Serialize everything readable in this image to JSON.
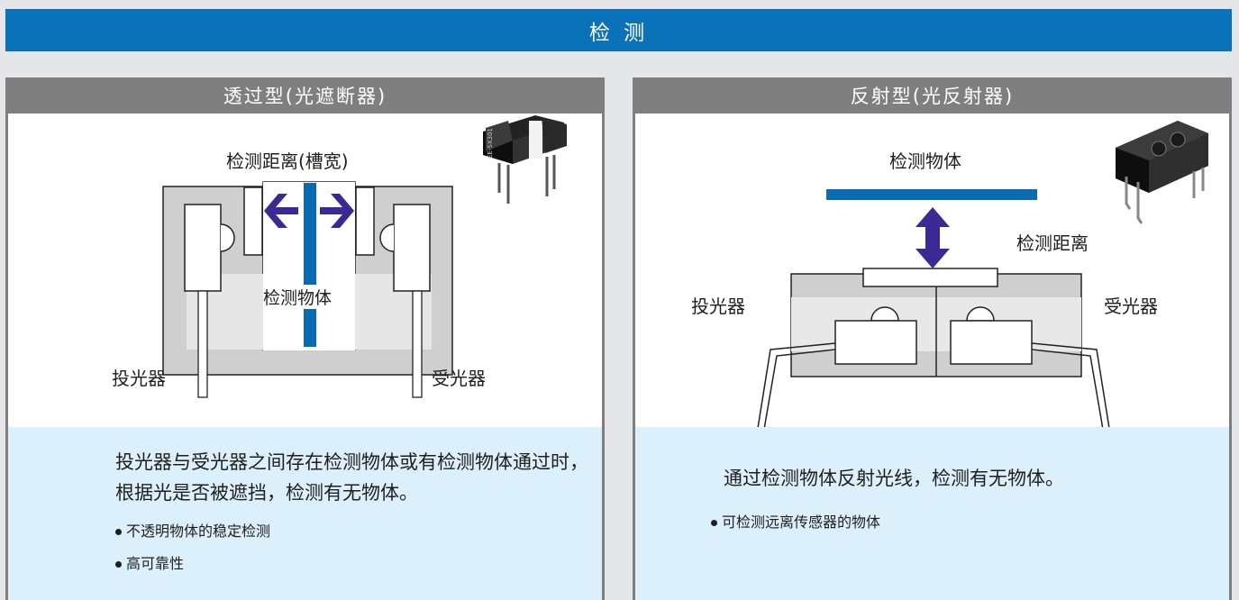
{
  "header": {
    "title": "检 测"
  },
  "left": {
    "title": "透过型(光遮断器)",
    "labels": {
      "distance": "检测距离(槽宽)",
      "object": "检测物体",
      "emitter": "投光器",
      "receiver": "受光器"
    },
    "product_text": "EE-SX301",
    "description": "投光器与受光器之间存在检测物体或有检测物体通过时，根据光是否被遮挡，检测有无物体。",
    "features": [
      "不透明物体的稳定检测",
      "高可靠性"
    ]
  },
  "right": {
    "title": "反射型(光反射器)",
    "labels": {
      "object": "检测物体",
      "distance": "检测距离",
      "emitter": "投光器",
      "receiver": "受光器"
    },
    "description": "通过检测物体反射光线，检测有无物体。",
    "features": [
      "可检测远离传感器的物体"
    ]
  },
  "colors": {
    "header_blue": "#0a72b8",
    "panel_gray": "#7f7f7f",
    "desc_bg": "#dcf0fb",
    "arrow_purple": "#3a2a94",
    "object_blue": "#0a6bb5"
  }
}
